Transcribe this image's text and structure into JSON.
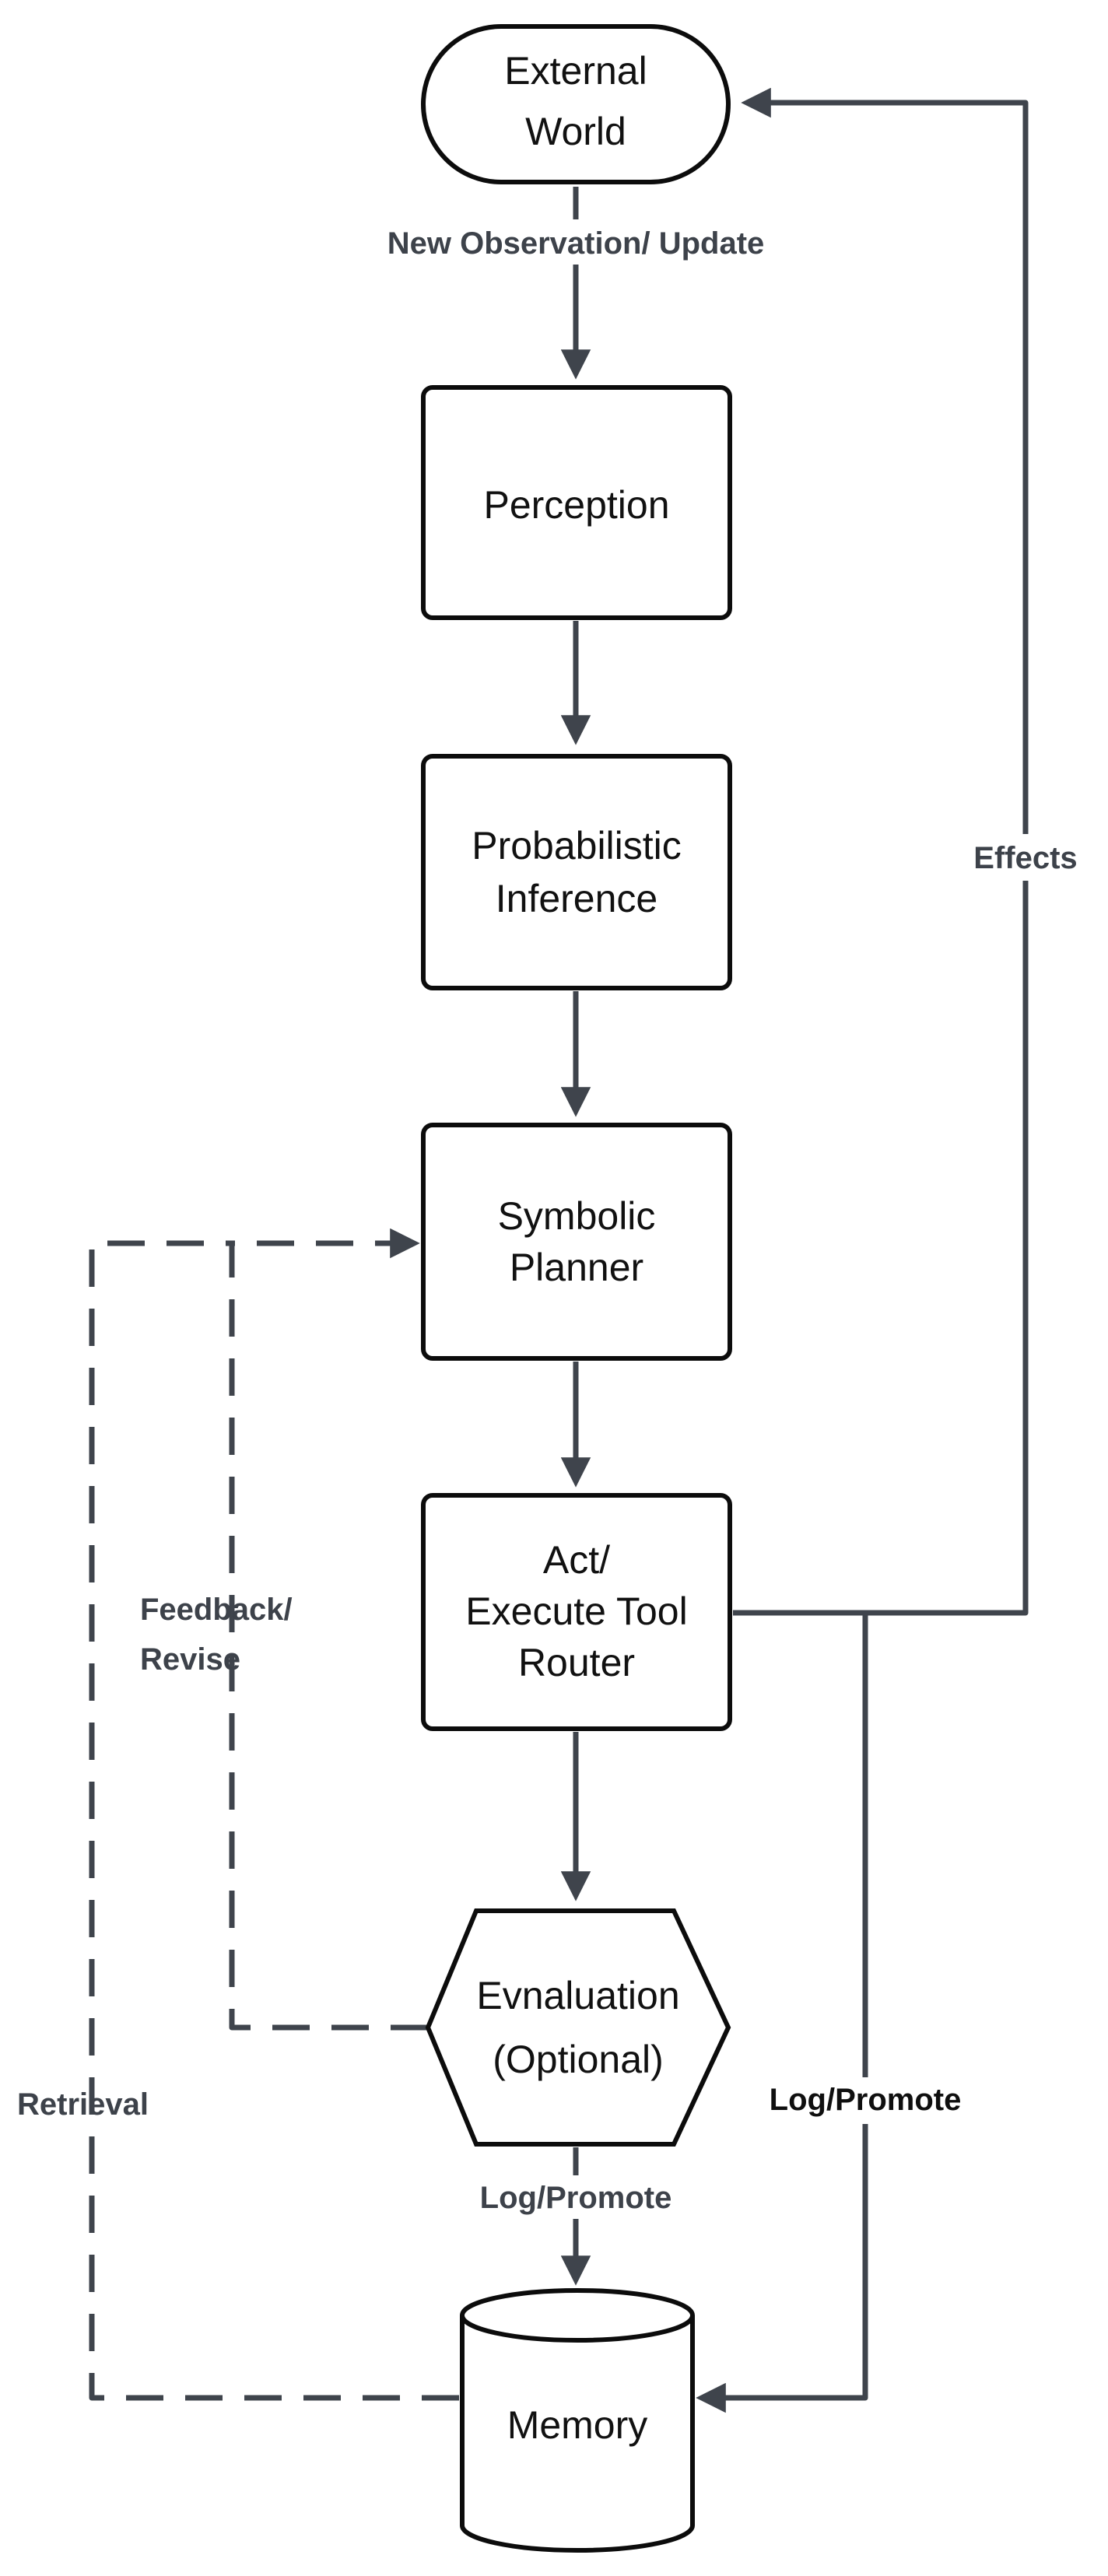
{
  "nodes": {
    "external_world": {
      "line1": "External",
      "line2": "World"
    },
    "perception": {
      "line1": "Perception"
    },
    "inference": {
      "line1": "Probabilistic",
      "line2": "Inference"
    },
    "planner": {
      "line1": "Symbolic",
      "line2": "Planner"
    },
    "act": {
      "line1": "Act/",
      "line2": "Execute Tool",
      "line3": "Router"
    },
    "evaluation": {
      "line1": "Evnaluation",
      "line2": "(Optional)"
    },
    "memory": {
      "line1": "Memory"
    }
  },
  "edges": {
    "observation": "New Observation/ Update",
    "effects": "Effects",
    "feedback_line1": "Feedback/",
    "feedback_line2": "Revise",
    "retrieval": "Retrieval",
    "log_promote_eval": "Log/Promote",
    "log_promote_act": "Log/Promote"
  },
  "colors": {
    "node_stroke": "#0c0c0c",
    "edge": "#3f444c",
    "label": "#3d424a"
  }
}
